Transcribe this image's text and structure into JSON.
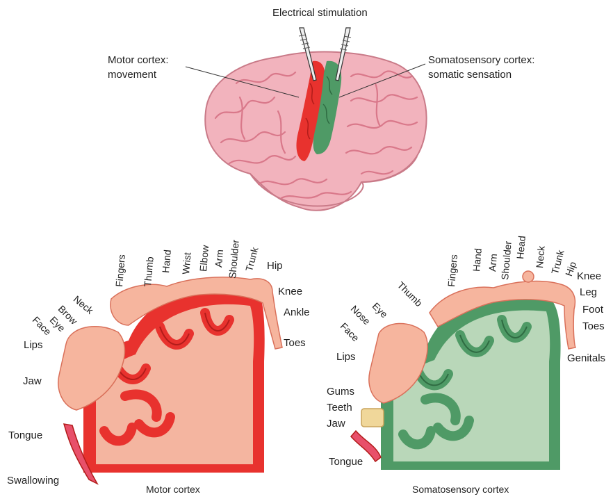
{
  "colors": {
    "brain_fill": "#f2b3bd",
    "brain_gyri": "#d9788a",
    "motor_strip": "#e8322e",
    "sensory_strip": "#4f9a66",
    "motor_section_fill": "#f4b5a0",
    "sensory_section_fill": "#b9d7b9",
    "homunculus_skin": "#f6b59e"
  },
  "top": {
    "electrical": "Electrical stimulation",
    "motor_line1": "Motor cortex:",
    "motor_line2": "movement",
    "sensory_line1": "Somatosensory cortex:",
    "sensory_line2": "somatic sensation"
  },
  "motor": {
    "caption": "Motor cortex",
    "labels": {
      "fingers": "Fingers",
      "thumb": "Thumb",
      "hand": "Hand",
      "wrist": "Wrist",
      "elbow": "Elbow",
      "arm": "Arm",
      "shoulder": "Shoulder",
      "trunk": "Trunk",
      "hip": "Hip",
      "knee": "Knee",
      "ankle": "Ankle",
      "toes": "Toes",
      "neck": "Neck",
      "brow": "Brow",
      "eye": "Eye",
      "face": "Face",
      "lips": "Lips",
      "jaw": "Jaw",
      "tongue": "Tongue",
      "swallowing": "Swallowing"
    }
  },
  "sensory": {
    "caption": "Somatosensory cortex",
    "labels": {
      "thumb": "Thumb",
      "fingers": "Fingers",
      "hand": "Hand",
      "arm": "Arm",
      "shoulder": "Shoulder",
      "head": "Head",
      "neck": "Neck",
      "trunk": "Trunk",
      "hip": "Hip",
      "knee": "Knee",
      "leg": "Leg",
      "foot": "Foot",
      "toes": "Toes",
      "genitals": "Genitals",
      "eye": "Eye",
      "nose": "Nose",
      "face": "Face",
      "lips": "Lips",
      "gums": "Gums",
      "teeth": "Teeth",
      "jaw": "Jaw",
      "tongue": "Tongue"
    }
  }
}
